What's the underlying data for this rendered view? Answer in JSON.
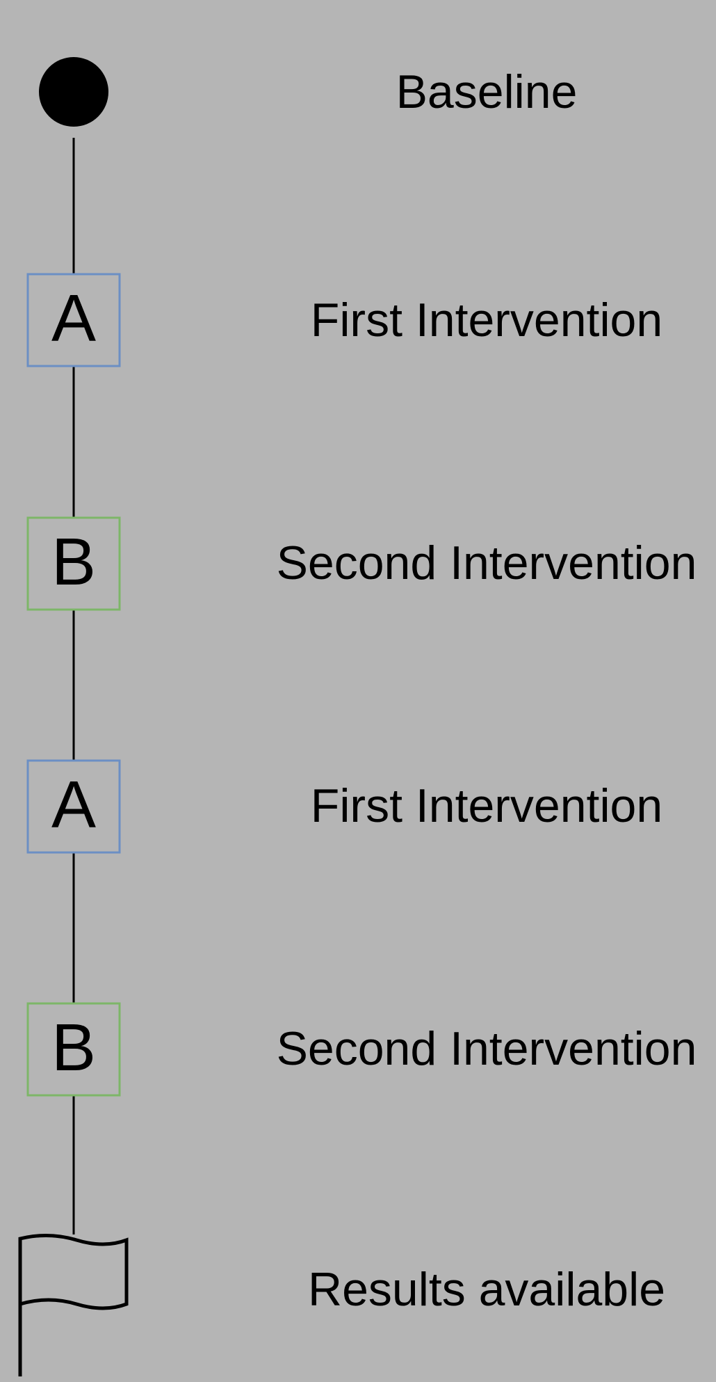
{
  "diagram": {
    "stages": [
      {
        "marker": "start-circle",
        "symbol": "",
        "label": "Baseline"
      },
      {
        "marker": "box",
        "symbol": "A",
        "label": "First Intervention",
        "border_color": "#6b8fc4"
      },
      {
        "marker": "box",
        "symbol": "B",
        "label": "Second Intervention",
        "border_color": "#7db668"
      },
      {
        "marker": "box",
        "symbol": "A",
        "label": "First Intervention",
        "border_color": "#6b8fc4"
      },
      {
        "marker": "box",
        "symbol": "B",
        "label": "Second Intervention",
        "border_color": "#7db668"
      },
      {
        "marker": "end-flag",
        "symbol": "",
        "label": "Results available"
      }
    ]
  },
  "colors": {
    "background": "#b5b5b5",
    "line": "#000000",
    "box_fill": "#b5b5b5",
    "text": "#000000"
  }
}
